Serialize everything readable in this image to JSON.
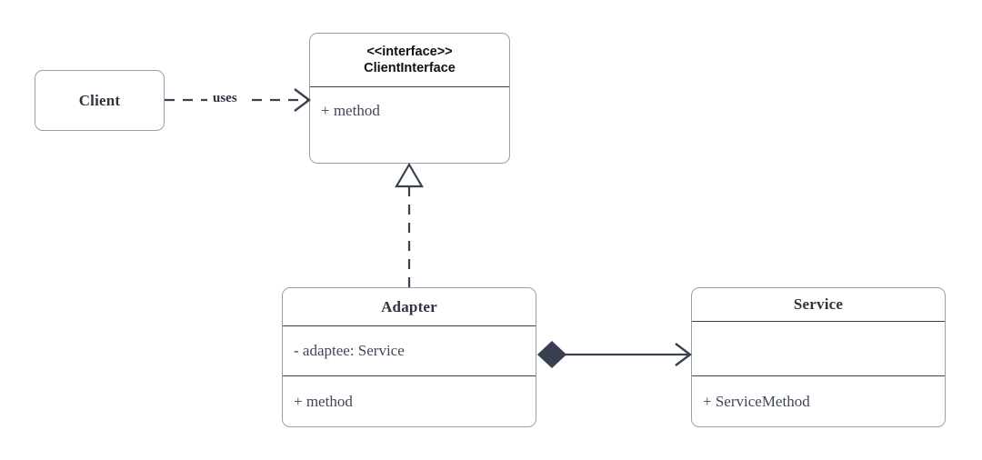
{
  "diagram": {
    "type": "uml-class-diagram",
    "pattern": "Adapter",
    "background": "#ffffff",
    "line_color": "#3a4150",
    "border_color": "#9aa0ab",
    "accent_fill": "#373f51",
    "title_color": "#2e3440",
    "member_color": "#3f4756"
  },
  "classes": {
    "client": {
      "name": "Client",
      "shape": "rounded-rectangle",
      "compartments": 1
    },
    "client_interface": {
      "stereotype": "<<interface>>",
      "name": "ClientInterface",
      "members": [
        {
          "visibility": "+",
          "label": "+ method"
        }
      ]
    },
    "adapter": {
      "name": "Adapter",
      "attributes": [
        {
          "visibility": "-",
          "label": "- adaptee: Service"
        }
      ],
      "operations": [
        {
          "visibility": "+",
          "label": "+ method"
        }
      ]
    },
    "service": {
      "name": "Service",
      "attributes": [],
      "operations": [
        {
          "visibility": "+",
          "label": "+ ServiceMethod"
        }
      ]
    }
  },
  "relationships": [
    {
      "id": "dependency",
      "kind": "dependency",
      "label": "uses",
      "from": "Client",
      "to": "ClientInterface",
      "line_style": "dashed",
      "arrow_head": "open-arrow"
    },
    {
      "id": "realization",
      "kind": "realization",
      "label": "",
      "from": "Adapter",
      "to": "ClientInterface",
      "line_style": "dashed",
      "arrow_head": "hollow-triangle"
    },
    {
      "id": "composition",
      "kind": "composition",
      "label": "",
      "from": "Adapter",
      "to": "Service",
      "line_style": "solid",
      "arrow_head": "open-arrow",
      "source_decoration": "filled-diamond"
    }
  ]
}
